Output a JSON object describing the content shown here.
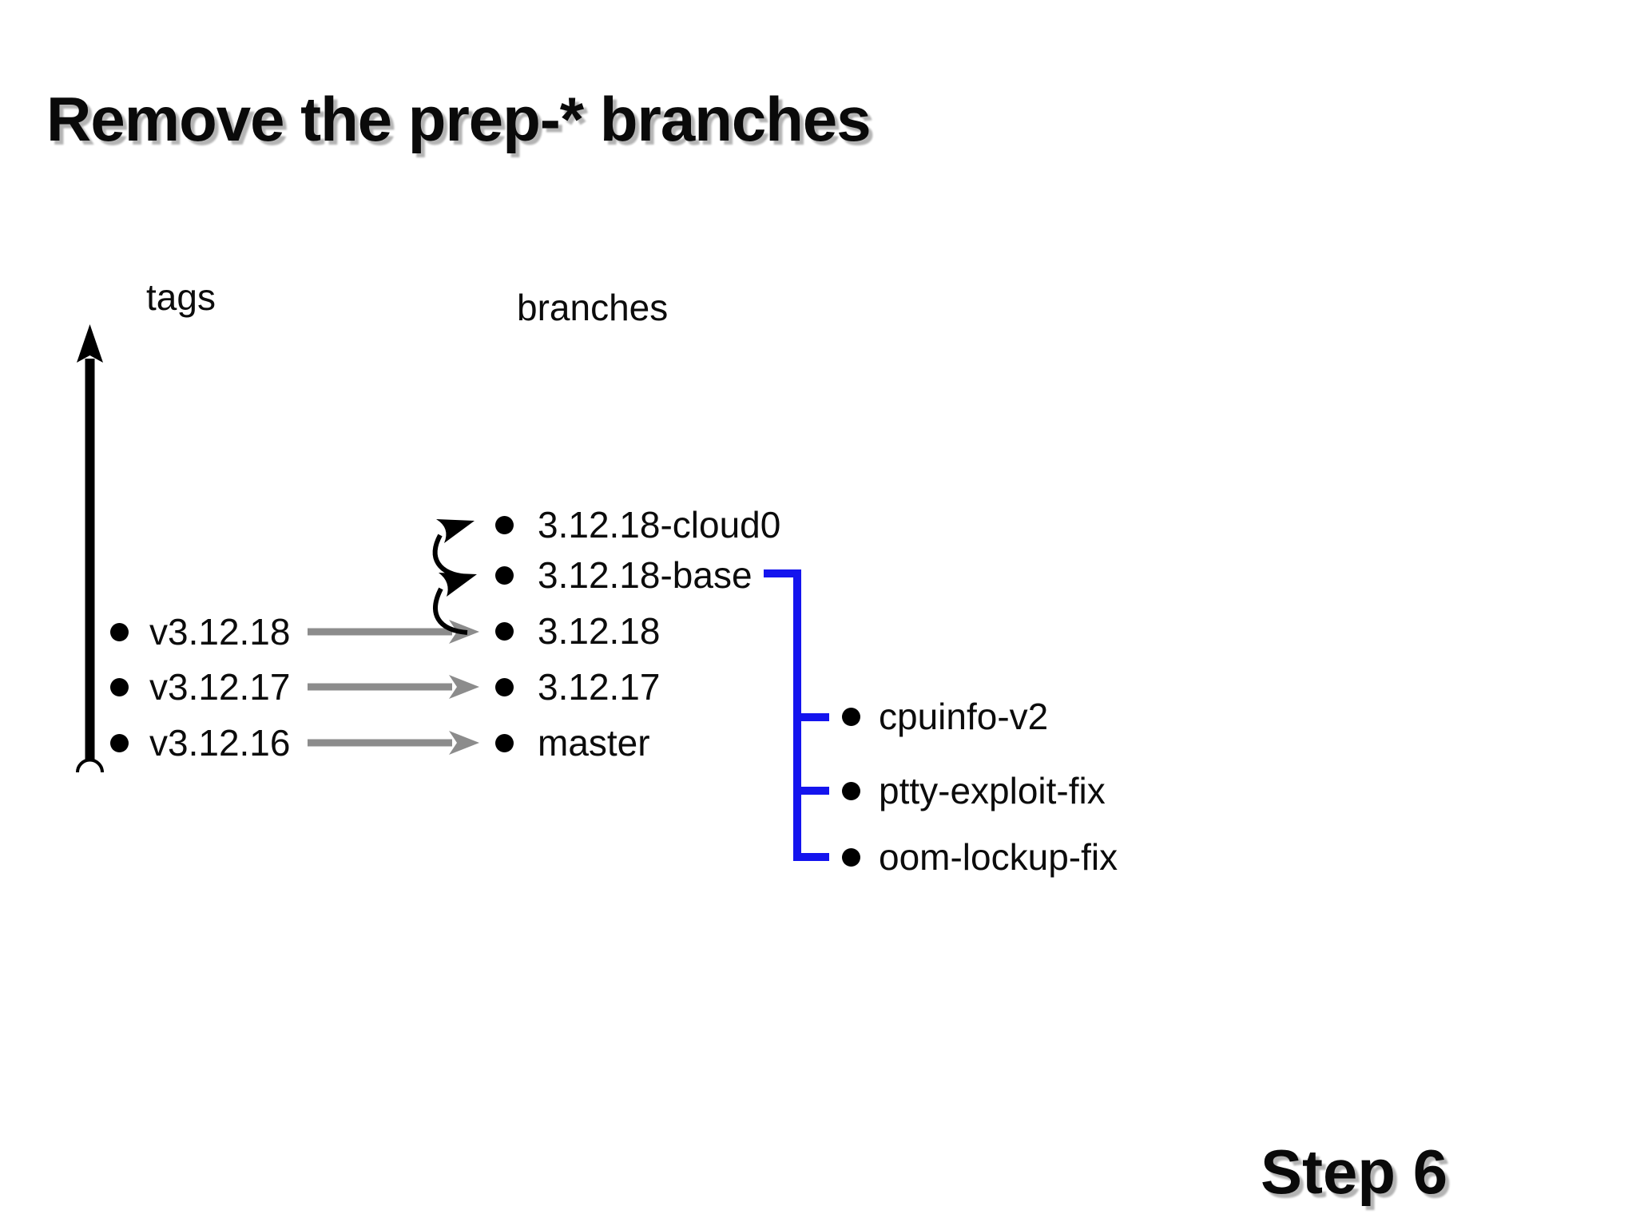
{
  "slide": {
    "title": "Remove the prep-* branches",
    "step_label": "Step 6"
  },
  "columns": {
    "tags_header": "tags",
    "branches_header": "branches"
  },
  "tags": {
    "items": [
      {
        "label": "v3.12.18"
      },
      {
        "label": "v3.12.17"
      },
      {
        "label": "v3.12.16"
      }
    ]
  },
  "branches": {
    "items": [
      {
        "label": "3.12.18-cloud0"
      },
      {
        "label": "3.12.18-base"
      },
      {
        "label": "3.12.18"
      },
      {
        "label": "3.12.17"
      },
      {
        "label": "master"
      }
    ]
  },
  "feature_branches": {
    "items": [
      {
        "label": "cpuinfo-v2"
      },
      {
        "label": "ptty-exploit-fix"
      },
      {
        "label": "oom-lockup-fix"
      }
    ]
  },
  "diagram": {
    "tag_to_branch_arrows": [
      {
        "from": "v3.12.18",
        "to": "3.12.18"
      },
      {
        "from": "v3.12.17",
        "to": "3.12.17"
      },
      {
        "from": "v3.12.16",
        "to": "master"
      }
    ],
    "curved_arrows": [
      {
        "from": "3.12.18",
        "to": "3.12.18-base"
      },
      {
        "from": "3.12.18-base",
        "to": "3.12.18-cloud0"
      }
    ],
    "bracket": {
      "from": "3.12.18-base",
      "to": [
        "cpuinfo-v2",
        "ptty-exploit-fix",
        "oom-lockup-fix"
      ]
    }
  },
  "colors": {
    "text": "#0b0b0b",
    "bullet": "#000000",
    "timeline": "#000000",
    "arrow_gray": "#8c8c8c",
    "bracket_blue": "#1414ee",
    "shadow_gray": "#b4b4b4",
    "background": "#ffffff"
  }
}
